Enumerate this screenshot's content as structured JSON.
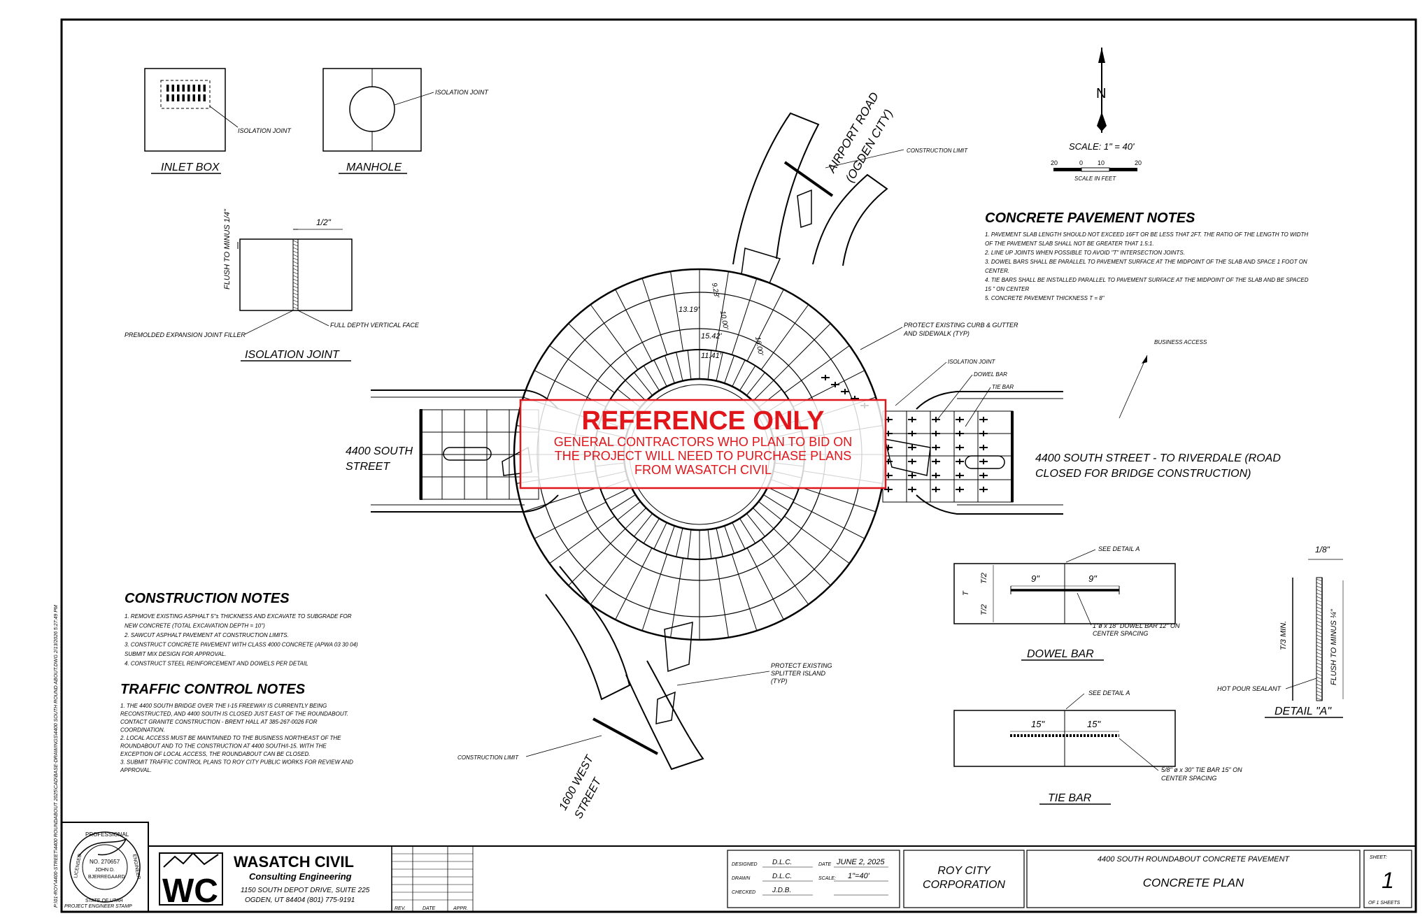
{
  "banner": {
    "title": "REFERENCE ONLY",
    "lines": [
      "GENERAL CONTRACTORS WHO PLAN TO BID ON",
      "THE PROJECT WILL NEED TO PURCHASE PLANS",
      "FROM WASATCH CIVIL"
    ],
    "color": "#e0161b"
  },
  "details": {
    "inlet_box": "INLET BOX",
    "manhole": "MANHOLE",
    "isolation_joint_label": "ISOLATION JOINT",
    "isolation_joint_title": "ISOLATION JOINT",
    "half_inch": "1/2\"",
    "flush": "FLUSH TO MINUS 1/4\"",
    "premolded": "PREMOLDED EXPANSION JOINT FILLER",
    "full_depth": "FULL DEPTH VERTICAL FACE"
  },
  "north": {
    "letter": "N",
    "scale": "SCALE: 1\" = 40'",
    "bar": [
      "20",
      "0",
      "10",
      "20"
    ],
    "scale_in_feet": "SCALE IN FEET"
  },
  "concrete_notes": {
    "title": "CONCRETE PAVEMENT NOTES",
    "lines": [
      "1. PAVEMENT SLAB LENGTH  SHOULD NOT EXCEED 16FT OR BE LESS THAT 2FT. THE RATIO OF THE LENGTH TO WIDTH",
      "    OF THE PAVEMENT SLAB SHALL NOT BE GREATER THAT 1.5:1.",
      "2. LINE UP JOINTS WHEN POSSIBLE TO AVOID \"T\" INTERSECTION JOINTS.",
      "3. DOWEL BARS SHALL BE PARALLEL TO PAVEMENT SURFACE AT THE MIDPOINT OF THE SLAB AND SPACE 1 FOOT ON",
      "    CENTER.",
      "4.  TIE BARS SHALL BE INSTALLED PARALLEL TO PAVEMENT SURFACE AT THE MIDPOINT OF THE SLAB AND BE SPACED",
      "    15 \" ON CENTER",
      "5. CONCRETE PAVEMENT THICKNESS T = 8\""
    ]
  },
  "construction_notes": {
    "title": "CONSTRUCTION NOTES",
    "lines": [
      "1. REMOVE EXISTING ASPHALT 5\"± THICKNESS  AND EXCAVATE TO SUBGRADE FOR",
      "    NEW CONCRETE (TOTAL EXCAVATION DEPTH = 10\")",
      "2. SAWCUT ASPHALT PAVEMENT AT CONSTRUCTION LIMITS.",
      "3. CONSTRUCT CONCRETE PAVEMENT WITH CLASS 4000 CONCRETE (APWA 03 30 04)",
      "    SUBMIT MIX DESIGN FOR APPROVAL.",
      "4.    CONSTRUCT STEEL REINFORCEMENT AND DOWELS PER DETAIL"
    ]
  },
  "traffic_notes": {
    "title": "TRAFFIC CONTROL NOTES",
    "lines": [
      "1. THE 4400 SOUTH BRIDGE OVER THE I-15 FREEWAY IS CURRENTLY BEING",
      "    RECONSTRUCTED, AND 4400 SOUTH IS CLOSED JUST EAST OF THE ROUNDABOUT.",
      "    CONTACT GRANITE CONSTRUCTION - BRENT HALL AT 385-267-0026 FOR",
      "    COORDINATION.",
      "2. LOCAL ACCESS MUST BE MAINTAINED TO THE BUSINESS NORTHEAST OF THE",
      "    ROUNDABOUT AND TO THE CONSTRUCTION AT 4400 SOUTH/I-15. WITH THE",
      "    EXCEPTION OF LOCAL ACCESS, THE ROUNDABOUT CAN BE CLOSED.",
      "3. SUBMIT TRAFFIC CONTROL PLANS TO ROY CITY PUBLIC WORKS FOR REVIEW AND",
      "    APPROVAL."
    ]
  },
  "plan_labels": {
    "airport_road_1": "AIRPORT ROAD",
    "airport_road_2": "(OGDEN CITY)",
    "construction_limit_top": "CONSTRUCTION LIMIT",
    "construction_limit_bottom": "CONSTRUCTION LIMIT",
    "west_street_1": "4400 SOUTH",
    "west_street_2": "STREET",
    "east_street_1": "4400 SOUTH STREET - TO RIVERDALE (ROAD",
    "east_street_2": "CLOSED FOR BRIDGE CONSTRUCTION)",
    "south_street_1": "1600 WEST",
    "south_street_2": "STREET",
    "protect_curb_1": "PROTECT EXISTING CURB & GUTTER",
    "protect_curb_2": "AND SIDEWALK (TYP)",
    "isolation_joint": "ISOLATION JOINT",
    "dowel_bar": "DOWEL BAR",
    "tie_bar": "TIE BAR",
    "business_access": "BUSINESS ACCESS",
    "splitter_1": "PROTECT EXISTING",
    "splitter_2": "SPLITTER ISLAND",
    "splitter_3": "(TYP)",
    "dim_1": "13.19'",
    "dim_2": "9.28'",
    "dim_3": "10.00'",
    "dim_4": "15.42'",
    "dim_5": "16.00'",
    "dim_6": "11.41'"
  },
  "dowel_detail": {
    "see_detail": "SEE DETAIL A",
    "nine_a": "9\"",
    "nine_b": "9\"",
    "t": "T",
    "t2a": "T/2",
    "t2b": "T/2",
    "callout_1": "1\"ø x 18\" DOWEL BAR 12\" ON",
    "callout_2": "CENTER SPACING",
    "title": "DOWEL BAR"
  },
  "detail_a": {
    "eighth": "1/8\"",
    "t3": "T/3 MIN.",
    "flush": "FLUSH TO MINUS ¼\"",
    "hot_pour": "HOT POUR SEALANT",
    "title": "DETAIL \"A\""
  },
  "tie_detail": {
    "see_detail": "SEE DETAIL A",
    "fifteen_a": "15\"",
    "fifteen_b": "15\"",
    "callout_1": "5/8\" ø x 30\" TIE BAR 15\" ON",
    "callout_2": "CENTER SPACING",
    "title": "TIE BAR"
  },
  "title_block": {
    "seal": {
      "top": "PROFESSIONAL",
      "left": "LICENSED",
      "right": "ENGINEER",
      "bottom": "STATE OF UTAH",
      "no": "NO. 270657",
      "name_1": "JOHN D.",
      "name_2": "BJERREGAARD"
    },
    "stamp_caption": "PROJECT ENGINEER STAMP",
    "logo_letters": "WC",
    "company": "WASATCH CIVIL",
    "tagline": "Consulting Engineering",
    "address_1": "1150 SOUTH DEPOT DRIVE, SUITE 225",
    "address_2": "OGDEN, UT 84404 (801) 775-9191",
    "rev_headers": [
      "REV.",
      "DATE",
      "APPR."
    ],
    "designed_label": "DESIGNED",
    "designed": "D.L.C.",
    "drawn_label": "DRAWN",
    "drawn": "D.L.C.",
    "checked_label": "CHECKED",
    "checked": "J.D.B.",
    "date_label": "DATE",
    "date": "JUNE 2, 2025",
    "scale_label": "SCALE:",
    "scale": "1\"=40'",
    "client_1": "ROY CITY",
    "client_2": "CORPORATION",
    "project": "4400 SOUTH ROUNDABOUT CONCRETE PAVEMENT",
    "sheet_title": "CONCRETE PLAN",
    "sheet_label": "SHEET:",
    "sheet_no": "1",
    "sheet_of": "OF 1 SHEETS"
  },
  "file_path": "P:\\01-ROY\\4400-STREET\\4400 ROUNDABOUT 2025\\CAD\\BASE-DRAWINGS\\4400 SOUTH ROUND ABOUT.DWG  2/13/2026  5:27:49 PM"
}
